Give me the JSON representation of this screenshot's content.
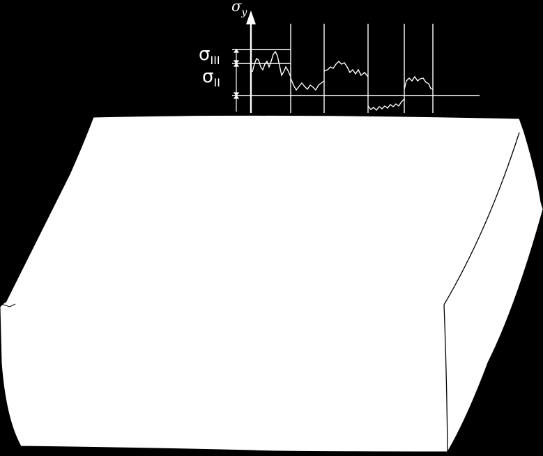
{
  "figure": {
    "axis_symbol": "σ",
    "axis_subscript": "y",
    "level_upper_symbol": "σ",
    "level_upper_subscript": "III",
    "level_lower_symbol": "σ",
    "level_lower_subscript": "II"
  },
  "colors": {
    "background": "#000000",
    "foreground": "#ffffff",
    "block_fill": "#ffffff",
    "block_edge": "#000000"
  }
}
